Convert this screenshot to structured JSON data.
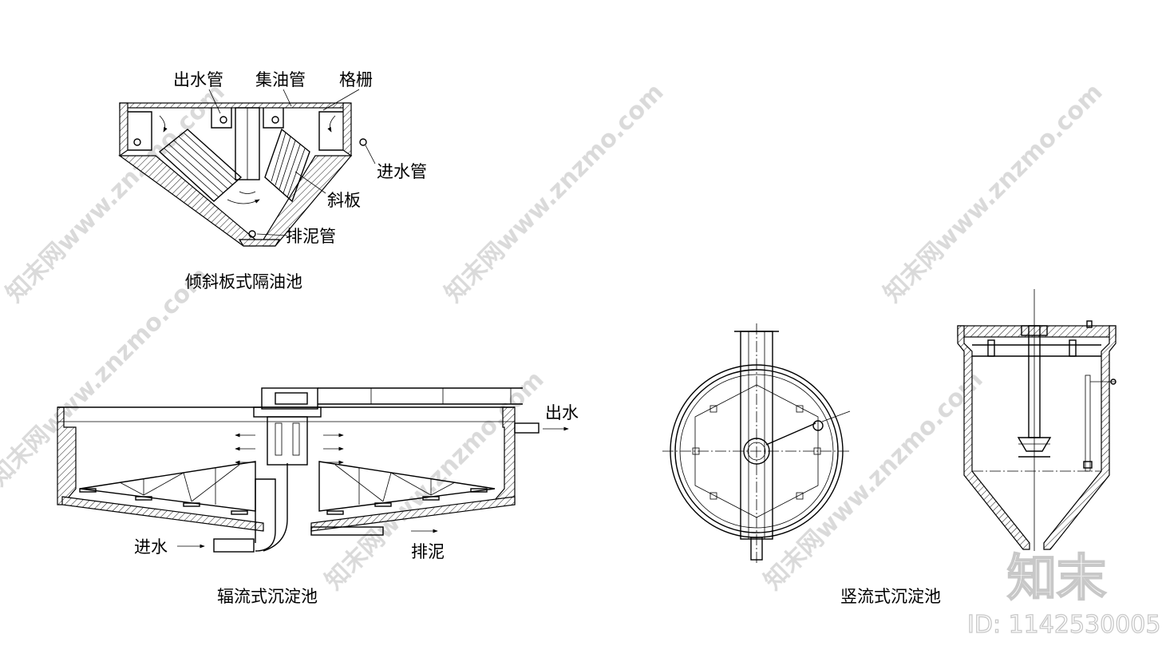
{
  "figures": {
    "oil_separator": {
      "caption": "倾斜板式隔油池",
      "labels": {
        "outlet_pipe": "出水管",
        "oil_pipe": "集油管",
        "grille": "格栅",
        "inlet_pipe": "进水管",
        "inclined_plate": "斜板",
        "sludge_pipe": "排泥管"
      }
    },
    "radial_tank": {
      "caption": "辐流式沉淀池",
      "labels": {
        "outlet": "出水",
        "inlet": "进水",
        "sludge": "排泥"
      }
    },
    "vertical_tank": {
      "caption": "竖流式沉淀池"
    }
  },
  "watermark": {
    "logo_text": "知末",
    "id_text": "ID: 1142530005",
    "repeat_text": "知末网www.znzmo.com"
  }
}
